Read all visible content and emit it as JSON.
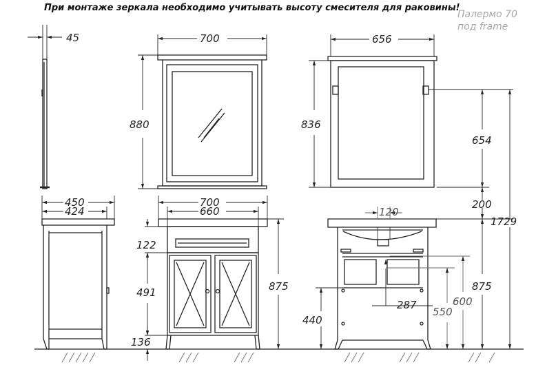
{
  "note": "При монтаже зеркала необходимо учитывать высоту смесителя для раковины!",
  "model": {
    "line1": "Палермо 70",
    "line2": "под frame"
  },
  "dims": {
    "d45": "45",
    "d700_top": "700",
    "d656": "656",
    "d880": "880",
    "d836": "836",
    "d654": "654",
    "d450": "450",
    "d424": "424",
    "d700_b": "700",
    "d660": "660",
    "d120": "120",
    "d200": "200",
    "d1729": "1729",
    "d122": "122",
    "d491": "491",
    "d136": "136",
    "d875_l": "875",
    "d875_r": "875",
    "d440": "440",
    "d287": "287",
    "d550": "550",
    "d600": "600"
  },
  "colors": {
    "line": "#222222",
    "gray": "#666666",
    "note": "#a8a8a8"
  }
}
